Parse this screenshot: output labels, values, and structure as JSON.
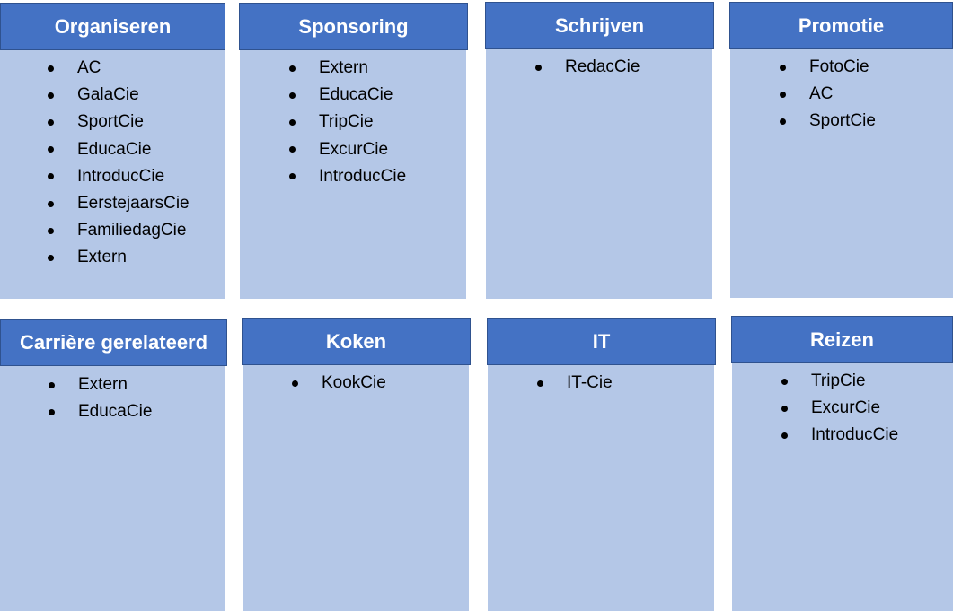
{
  "categories": [
    {
      "title": "Organiseren",
      "items": [
        "AC",
        "GalaCie",
        "SportCie",
        "EducaCie",
        "IntroducCie",
        "EerstejaarsCie",
        "FamiliedagCie",
        "Extern"
      ]
    },
    {
      "title": "Sponsoring",
      "items": [
        "Extern",
        "EducaCie",
        "TripCie",
        "ExcurCie",
        "IntroducCie"
      ]
    },
    {
      "title": "Schrijven",
      "items": [
        "RedacCie"
      ]
    },
    {
      "title": "Promotie",
      "items": [
        "FotoCie",
        "AC",
        "SportCie"
      ]
    },
    {
      "title": "Carrière gerelateerd",
      "items": [
        "Extern",
        "EducaCie"
      ]
    },
    {
      "title": "Koken",
      "items": [
        "KookCie"
      ]
    },
    {
      "title": "IT",
      "items": [
        "IT-Cie"
      ]
    },
    {
      "title": "Reizen",
      "items": [
        "TripCie",
        "ExcurCie",
        "IntroducCie"
      ]
    }
  ]
}
